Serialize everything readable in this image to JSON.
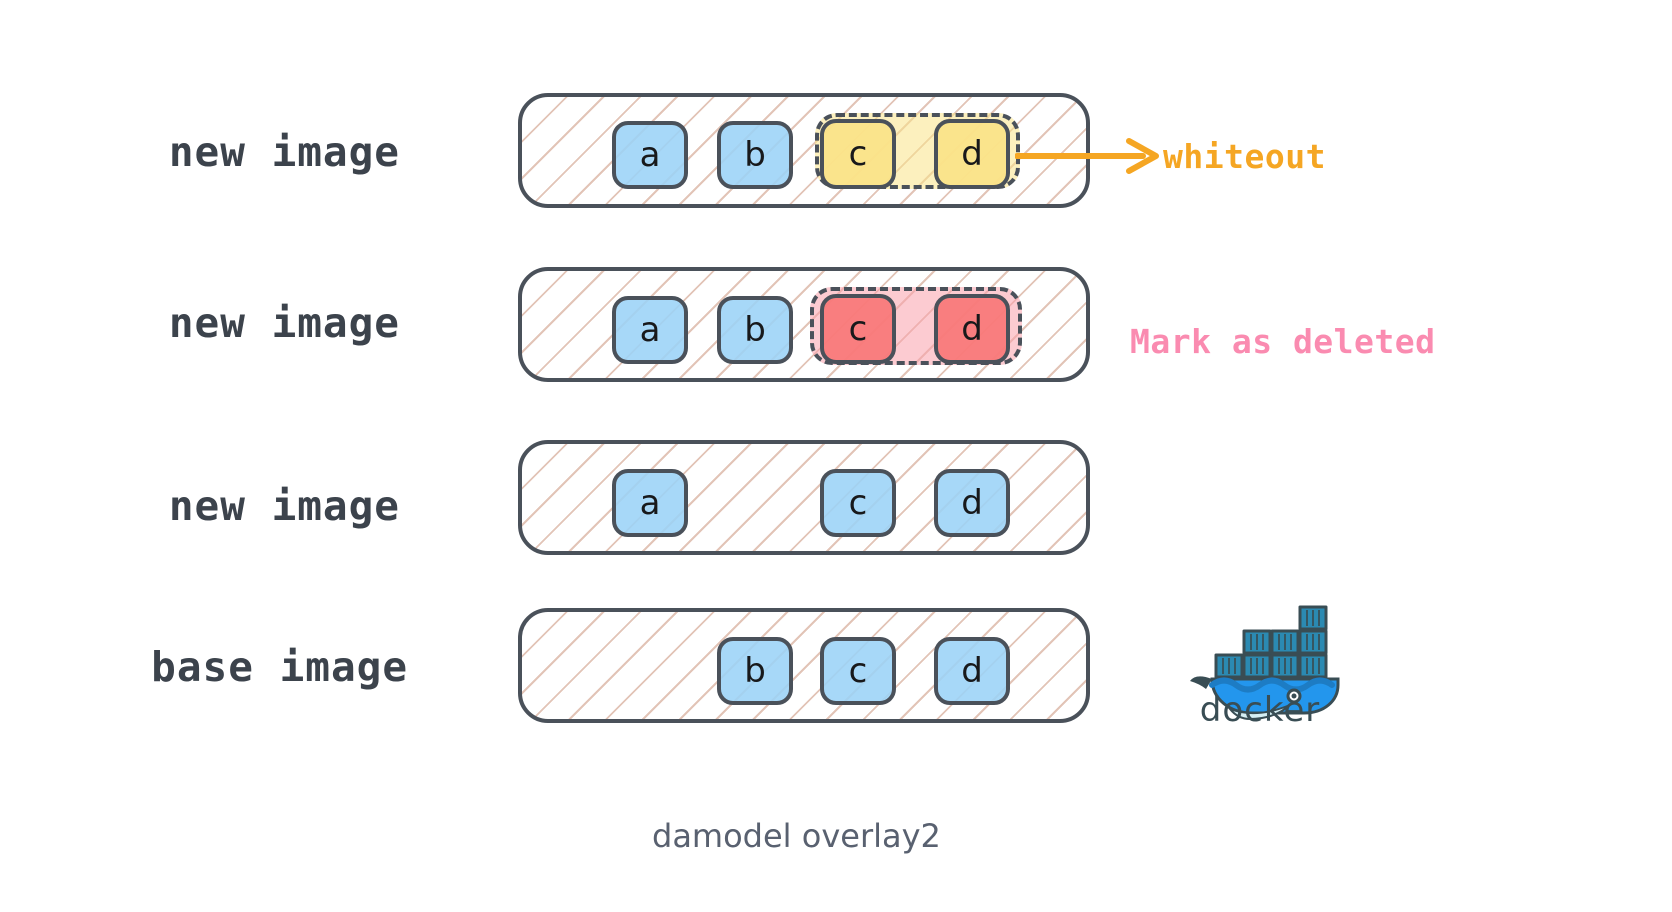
{
  "diagram": {
    "caption": "damodel overlay2",
    "colors": {
      "border": "#4a515a",
      "hatch": "#ddbaaa",
      "blue": "#9bd3f7",
      "yellow": "#fae389",
      "red": "#f87777",
      "orange": "#f5a623",
      "pink": "#fa8bb0",
      "pink_fill": "#f9a0ac",
      "caption_text": "#596170",
      "docker_blue": "#2396ed",
      "docker_dark": "#394d54"
    },
    "rows": [
      {
        "label": "new image",
        "boxes": [
          {
            "id": "a",
            "color": "blue"
          },
          {
            "id": "b",
            "color": "blue"
          },
          {
            "id": "c",
            "color": "yellow"
          },
          {
            "id": "d",
            "color": "yellow"
          }
        ],
        "selection": {
          "kind": "whiteout",
          "covers": [
            "c",
            "d"
          ]
        },
        "annotation": {
          "text": "whiteout",
          "color": "orange",
          "has_arrow": true
        }
      },
      {
        "label": "new image",
        "boxes": [
          {
            "id": "a",
            "color": "blue"
          },
          {
            "id": "b",
            "color": "blue"
          },
          {
            "id": "c",
            "color": "red"
          },
          {
            "id": "d",
            "color": "red"
          }
        ],
        "selection": {
          "kind": "deleted",
          "covers": [
            "c",
            "d"
          ]
        },
        "annotation": {
          "text": "Mark as deleted",
          "color": "pink",
          "has_arrow": false
        }
      },
      {
        "label": "new image",
        "boxes": [
          {
            "id": "a",
            "color": "blue"
          },
          {
            "id": "c",
            "color": "blue"
          },
          {
            "id": "d",
            "color": "blue"
          }
        ],
        "selection": null,
        "annotation": null
      },
      {
        "label": "base image",
        "boxes": [
          {
            "id": "b",
            "color": "blue"
          },
          {
            "id": "c",
            "color": "blue"
          },
          {
            "id": "d",
            "color": "blue"
          }
        ],
        "selection": null,
        "annotation": null
      }
    ],
    "logo": {
      "name": "docker-logo",
      "wordmark": "docker"
    }
  }
}
